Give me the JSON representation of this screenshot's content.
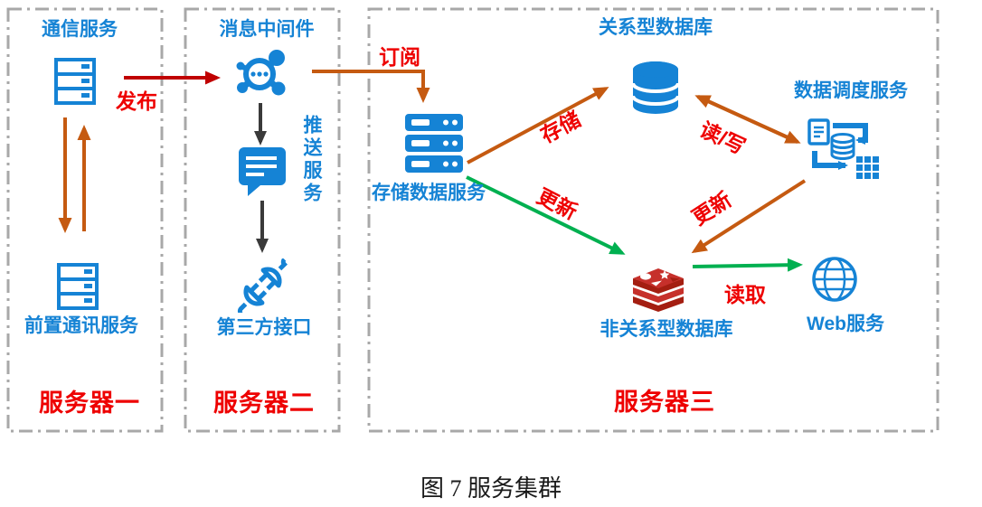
{
  "caption": "图 7 服务集群",
  "colors": {
    "blue": "#1583d5",
    "label_red": "#ee0000",
    "arrow_red": "#c00000",
    "arrow_orange": "#c55a11",
    "arrow_green": "#00b050",
    "arrow_black": "#3a3a3a",
    "border_gray": "#a8a8a8",
    "redis_red": "#c6302b",
    "redis_dark": "#a41e11"
  },
  "groups": {
    "server1": {
      "label": "服务器一"
    },
    "server2": {
      "label": "服务器二"
    },
    "server3": {
      "label": "服务器三"
    }
  },
  "nodes": {
    "comm_service": {
      "label": "通信服务",
      "icon": "server-icon"
    },
    "front_comm_service": {
      "label": "前置通讯服务",
      "icon": "server-icon"
    },
    "msg_middleware": {
      "label": "消息中间件",
      "icon": "hub-icon"
    },
    "push_service": {
      "label": "推送服务",
      "icon": "chat-bubble-icon"
    },
    "third_party_api": {
      "label": "第三方接口",
      "icon": "plug-icon"
    },
    "storage_data_service": {
      "label": "存储数据服务",
      "icon": "rack-server-icon"
    },
    "relational_db": {
      "label": "关系型数据库",
      "icon": "database-cylinder-icon"
    },
    "data_dispatch_service": {
      "label": "数据调度服务",
      "icon": "etl-dataflow-icon"
    },
    "nosql_db": {
      "label": "非关系型数据库",
      "icon": "redis-icon"
    },
    "web_service": {
      "label": "Web服务",
      "icon": "globe-icon"
    }
  },
  "edges": {
    "publish": {
      "label": "发布",
      "from": "comm_service",
      "to": "msg_middleware",
      "color": "red"
    },
    "subscribe": {
      "label": "订阅",
      "from": "msg_middleware",
      "to": "storage_data_service",
      "color": "orange"
    },
    "store": {
      "label": "存储",
      "from": "storage_data_service",
      "to": "relational_db",
      "color": "orange"
    },
    "read_write": {
      "label": "读/写",
      "from": "relational_db",
      "to": "data_dispatch_service",
      "color": "orange",
      "bidirectional": true
    },
    "update_left": {
      "label": "更新",
      "from": "storage_data_service",
      "to": "nosql_db",
      "color": "green"
    },
    "update_right": {
      "label": "更新",
      "from": "data_dispatch_service",
      "to": "nosql_db",
      "color": "orange"
    },
    "read": {
      "label": "读取",
      "from": "nosql_db",
      "to": "web_service",
      "color": "green"
    }
  }
}
